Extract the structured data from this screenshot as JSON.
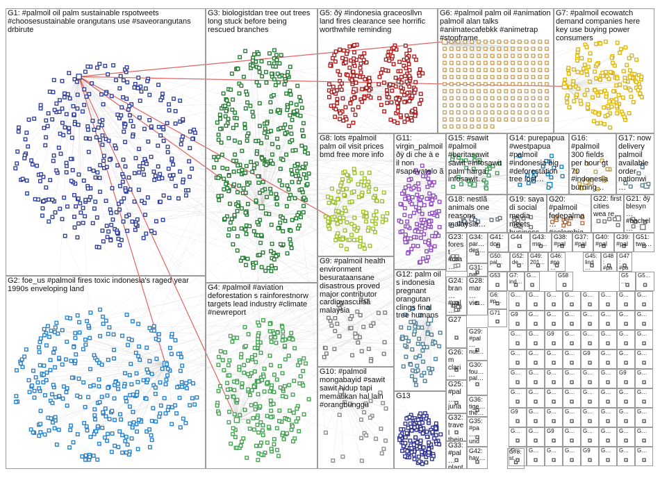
{
  "colors": {
    "edge": "#b8b8b8",
    "edge_highlight": "#d62020",
    "border": "#9a9a9a",
    "shadow": "#555555",
    "clusters": {
      "G1": "#2a3a9c",
      "G2": "#1f7fd0",
      "G3": "#1f7a2e",
      "G4": "#3fa34d",
      "G5": "#b01818",
      "G6": "#c8a25a",
      "G7": "#e2b800",
      "G8": "#9cc41a",
      "G9": "#7a7a7a",
      "G10": "#8a8a8a",
      "G11": "#8e49c2",
      "G12": "#4a7f9a",
      "G13": "#2b2f8f",
      "G14": "#0e7fc0",
      "G15": "#3aa15a",
      "G16": "#c0a040",
      "G17": "#607d8b",
      "G18": "#5d6d7e",
      "G19": "#777777",
      "G20": "#b56d3b",
      "G21": "#777777",
      "G22": "#777777",
      "G23": "#8a8a8a"
    }
  },
  "groups": [
    {
      "id": "G1",
      "label": "G1: #palmoil oil palm sustainable rspotweets #choosesustainable orangutans use #saveorangutans drbirute"
    },
    {
      "id": "G2",
      "label": "G2: foe_us #palmoil fires toxic indonesia's raged year 1990s enveloping land"
    },
    {
      "id": "G3",
      "label": "G3: biologistdan tree out trees long stuck before being rescued branches"
    },
    {
      "id": "G4",
      "label": "G4: #palmoil #aviation deforestation s rainforestnorw targets lead industry #climate #newreport"
    },
    {
      "id": "G5",
      "label": "G5: ðÿ #indonesia graceosllvn land fires clearance see horrific worthwhile reminding"
    },
    {
      "id": "G6",
      "label": "G6: #palmoil palm oil #animation palmoil alan talks #animatecafebkk #animetrap #stopframe"
    },
    {
      "id": "G7",
      "label": "G7: #palmoil ecowatch demand companies here key use buying power consumers"
    },
    {
      "id": "G8",
      "label": "G8: lots #palmoil palm oil visit prices bmd free more info"
    },
    {
      "id": "G9",
      "label": "G9: #palmoil health environment besurataansane disastrous proved major contributor cardiovasculaã malaysia"
    },
    {
      "id": "G10",
      "label": "G10: #palmoil mongabayid #sawit sawit hidup tapi mematikan hal lain #orangbunggu"
    },
    {
      "id": "G11",
      "label": "G11: virgin_palmoil ðÿ di che à e il non #sapevatelo ã"
    },
    {
      "id": "G12",
      "label": "G12: palm oil s indonesia pregnant orangutan clings final tree humans"
    },
    {
      "id": "G13",
      "label": "G13"
    },
    {
      "id": "G14",
      "label": "G14: purepapua #westpapua #palmoil #indonesia big #deforestation tree lost…"
    },
    {
      "id": "G15",
      "label": "G15: #sawit #palmoil #beritasawit sawit #infosawit palm harga infosawit…"
    },
    {
      "id": "G16",
      "label": "G16: #palmoil 300 fields per hour gt 70 #indonesia burning…"
    },
    {
      "id": "G17",
      "label": "G17: now delivery palmoil available order nationwi…"
    },
    {
      "id": "G18",
      "label": "G18: nestlã animals one reasons malaysia…"
    },
    {
      "id": "G19",
      "label": "G19: saya di social media meets business…"
    },
    {
      "id": "G20",
      "label": "G20: #palmoil fedepalma… #colombia…"
    },
    {
      "id": "G21",
      "label": "G21: ðÿ blesyn… #bachel… #palm…"
    },
    {
      "id": "G22",
      "label": "G22: first cities wea re…"
    },
    {
      "id": "G23",
      "label": "G23: forest #ora… once"
    },
    {
      "id": "G24",
      "label": "G24: bran… #pal… majo…"
    },
    {
      "id": "G25",
      "label": "G25: #pal… juna…"
    },
    {
      "id": "G26",
      "label": "G26: m clari…"
    },
    {
      "id": "G27",
      "label": "G27"
    },
    {
      "id": "G28",
      "label": "G28: mar… vie…"
    },
    {
      "id": "G29",
      "label": "G29: #pal… nut…"
    },
    {
      "id": "G30",
      "label": "G30: fou… pal…"
    },
    {
      "id": "G31",
      "label": "G31: pal… â"
    },
    {
      "id": "G32",
      "label": "G32: travel thein…"
    },
    {
      "id": "G33",
      "label": "G33: #pal… plant…"
    },
    {
      "id": "G34",
      "label": "G34: par… des…"
    },
    {
      "id": "G35",
      "label": "G35: #pa… und…"
    },
    {
      "id": "G36",
      "label": "G36: tige… the…"
    },
    {
      "id": "G37",
      "label": "G37: #pal…"
    },
    {
      "id": "G38",
      "label": "G38: #pal…"
    },
    {
      "id": "G39",
      "label": "G39: #pal…"
    },
    {
      "id": "G40",
      "label": "G40: #pal…"
    },
    {
      "id": "G41",
      "label": "G41: don…"
    },
    {
      "id": "G42",
      "label": "G42: hav…"
    },
    {
      "id": "G43",
      "label": "G43: mo…"
    },
    {
      "id": "G44",
      "label": "G44"
    },
    {
      "id": "G45",
      "label": "G45: lind…"
    },
    {
      "id": "G46",
      "label": "G46: #pa…"
    },
    {
      "id": "G47",
      "label": "G47: #pa…"
    },
    {
      "id": "G48",
      "label": "G48: #pa…"
    },
    {
      "id": "G49",
      "label": "G49: 201…"
    },
    {
      "id": "G50",
      "label": "G50: pal…"
    },
    {
      "id": "G51",
      "label": "G51: two…"
    },
    {
      "id": "G52",
      "label": "G52: de…"
    },
    {
      "id": "G53",
      "label": "G53"
    },
    {
      "id": "G55",
      "label": "G5…"
    },
    {
      "id": "G56",
      "label": "G5…"
    },
    {
      "id": "G57",
      "label": "G7: ind…"
    },
    {
      "id": "G58",
      "label": "G58"
    },
    {
      "id": "G59",
      "label": "G…"
    },
    {
      "id": "G60",
      "label": "G6: #p…"
    },
    {
      "id": "G71",
      "label": "G71"
    },
    {
      "id": "G78",
      "label": "G78: st…"
    }
  ],
  "small_cells": [
    "G…",
    "G…",
    "G…",
    "G…",
    "G…",
    "G…",
    "G…",
    "G…",
    "G9",
    "G…"
  ]
}
